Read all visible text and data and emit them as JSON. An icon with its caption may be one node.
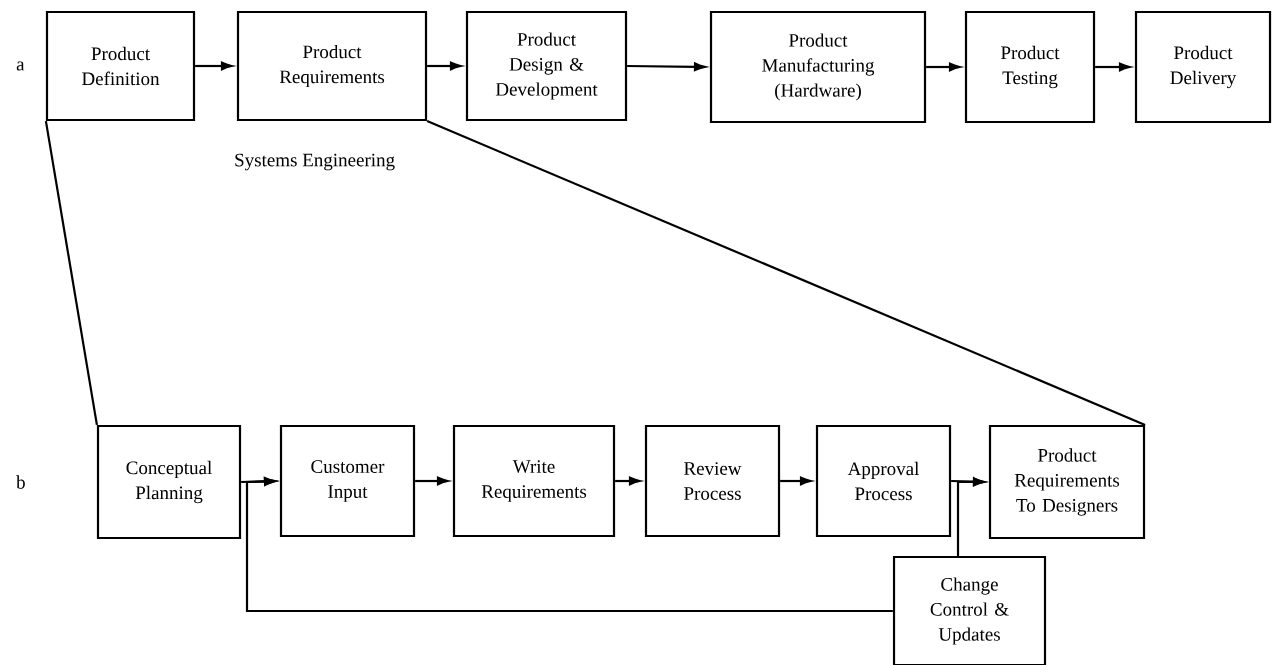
{
  "diagram": {
    "nodes": [
      {
        "text": [
          "Product Definition"
        ]
      },
      {
        "text": [
          "Product Requirements"
        ]
      },
      {
        "text": [
          "Product Design & Development"
        ]
      },
      {
        "text": [
          "Product Manufacturing (Hardware)"
        ]
      },
      {
        "text": [
          "Product Testing"
        ]
      },
      {
        "text": [
          "Product Delivery"
        ]
      },
      {
        "text": [
          "Conceptual Planning"
        ]
      },
      {
        "text": [
          "Customer Input"
        ]
      },
      {
        "text": [
          "Write Requirements"
        ]
      },
      {
        "text": [
          "Review Process"
        ]
      },
      {
        "text": [
          "Approval Process"
        ]
      },
      {
        "text": [
          "Product Requirements To Designers"
        ]
      },
      {
        "text": [
          "Change Control & Updates"
        ]
      }
    ],
    "edges": [
      {
        "from": 0,
        "to": 1,
        "arrow": "to"
      },
      {
        "from": 1,
        "to": 2,
        "arrow": "to"
      },
      {
        "from": 2,
        "to": 3,
        "arrow": "to"
      },
      {
        "from": 3,
        "to": 4,
        "arrow": "to"
      },
      {
        "from": 4,
        "to": 5,
        "arrow": "to"
      },
      {
        "from": 6,
        "to": 7,
        "arrow": "to"
      },
      {
        "from": 7,
        "to": 8,
        "arrow": "to"
      },
      {
        "from": 8,
        "to": 9,
        "arrow": "to"
      },
      {
        "from": 9,
        "to": 10,
        "arrow": "to"
      },
      {
        "from": 10,
        "to": 11,
        "arrow": "to"
      },
      {
        "from": 12,
        "to": 11,
        "arrow": "to"
      },
      {
        "from": 12,
        "to": 7,
        "arrow": "to"
      },
      {
        "from": 0,
        "to": 6,
        "arrow": "none"
      },
      {
        "from": 1,
        "to": 11,
        "arrow": "none"
      }
    ],
    "labels": [
      "a",
      "Systems Engineering",
      "b"
    ]
  }
}
